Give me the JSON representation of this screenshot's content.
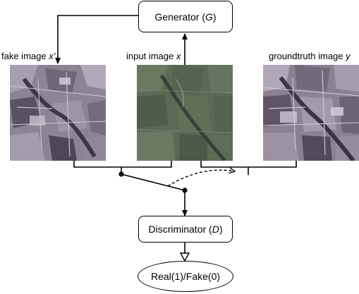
{
  "generator": {
    "name": "Generator",
    "symbol": "G"
  },
  "discriminator": {
    "name": "Discriminator",
    "symbol": "D"
  },
  "output": {
    "label": "Real(1)/Fake(0)"
  },
  "images": {
    "fake": {
      "label": "fake image ",
      "var": "x'"
    },
    "input": {
      "label": "input image ",
      "var": "x"
    },
    "groundtruth": {
      "label": "groundtruth image ",
      "var": "y"
    }
  }
}
